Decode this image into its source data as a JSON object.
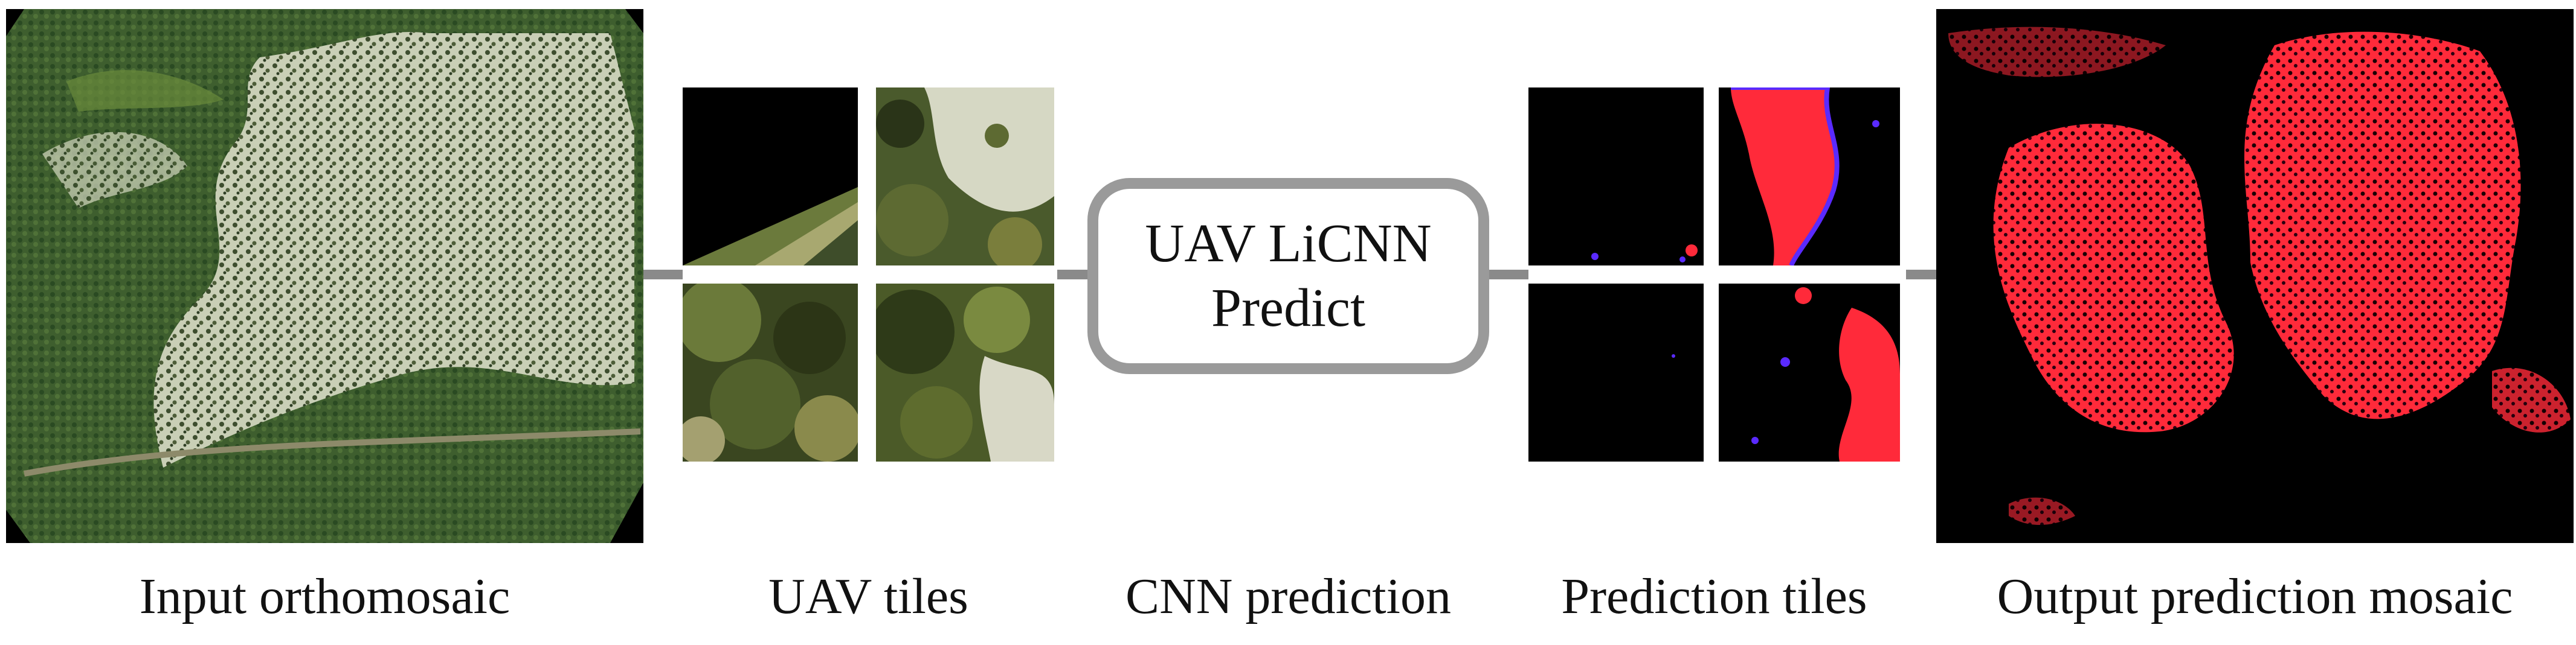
{
  "captions": {
    "input": "Input orthomosaic",
    "uav_tiles": "UAV tiles",
    "cnn": "CNN prediction",
    "pred_tiles": "Prediction tiles",
    "output": "Output prediction mosaic"
  },
  "cnn_box": {
    "line1": "UAV LiCNN",
    "line2": "Predict"
  },
  "colors": {
    "connector": "#8a8a8a",
    "box_border": "#9a9a9a",
    "prediction": "#ff2a3a",
    "prediction_edge": "#5a2aff",
    "background_dark": "#000000"
  }
}
